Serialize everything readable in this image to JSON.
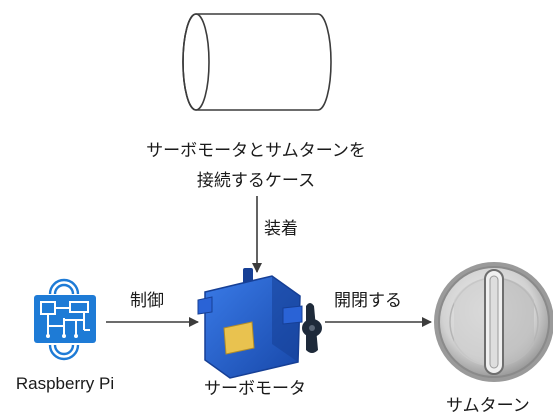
{
  "labels": {
    "case_line1": "サーボモータとサムターンを",
    "case_line2": "接続するケース",
    "attach": "装着",
    "control": "制御",
    "open_close": "開閉する",
    "raspberry_pi": "Raspberry Pi",
    "servo_motor": "サーボモータ",
    "thumb_turn": "サムターン"
  },
  "colors": {
    "line": "#3c3c3c",
    "pi_blue": "#1e7bd6",
    "servo_blue": "#1f5fd1",
    "servo_dark": "#163f95",
    "label_yellow": "#e9c24f",
    "horn_dark": "#1e2a3a",
    "knob_light": "#e6e6e6",
    "knob_mid": "#bdbdbd",
    "knob_dark": "#8a8a8a"
  },
  "icons": {
    "case": "cylinder-icon",
    "raspberry_pi": "circuit-board-icon",
    "servo": "servo-motor-icon",
    "thumb_turn": "thumb-turn-knob-icon"
  }
}
